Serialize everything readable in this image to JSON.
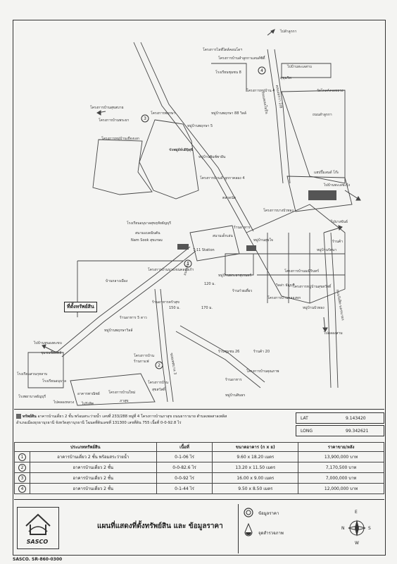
{
  "map": {
    "labels": {
      "top_right_arrow": "ไปลำลูกกา",
      "road_top_right": "ไปบ้านทะเลสาบ",
      "proj_chao_1": "โครงการไลฟ์ไตล์คอนโดฯ",
      "proj_baan_roi": "โครงการบ้านลำลูกกาแลนด์ซิตี้",
      "proj_hometown": "โครงการหมู่บ้าน 4",
      "school": "โรงเรียนชุมชน 8",
      "khlong_lamluka": "คลองหกวา 2/8",
      "wat": "วัดไกลกังวลหลวง",
      "proj_green_grove": "หมู่บ้านพฤกษา 88 วิลล์",
      "proj_pruksa": "โครงการพฤกษา",
      "proj_7": "หมู่บ้านพฤกษา 5",
      "road_phahon": "ถนนพหลโยธิน",
      "road_sai_mai": "ถนนลำลูกกา",
      "proj_ananda": "แฮปปี้แลนด์ โก๊ะ",
      "proj_thep": "โครงการบ้านสุขสบาย",
      "proj_baan_ruen": "ไปบ้านทะเลชะรุ้ง",
      "proj_muang_thong": "โครงการบางบัวทอง",
      "proj_mueang_ake": "โครงการหมู่บ้านเมืองเอก",
      "proj_sirisuk": "หมู่บ้านสิริสุข",
      "proj_pimphaphon": "หมู่บ้านพิมพ์พาฝัน",
      "proj_baan_lamluka": "โครงการบ้านลำลูกกาคลอง 4",
      "proj_ob": "ตลาดนัด",
      "label_north_west": "โครงการบ้านพระยา",
      "road_south": "ถนนเสมา",
      "proj_chaiyaphruek": "ชัยพฤกษ์ ธัญบุรี",
      "proj_market": "สนามแบดมินตัน",
      "proj_sansiri": "โครงการบ้านบางเขนคลองเก้า",
      "proj_koh": "บ้านกลางเมือง",
      "proj_nasa": "ร้านอาหารครัวสุข",
      "proj_house_q": "หมู่บ้านพฤกษาวิลล์",
      "proj_fisherman": "หมู่บ้านพระยาสุเรนทร์",
      "proj_wat_ket": "Nam Sook สุขเกษม",
      "proj_lotus": "โรงเรียนอนุบาลสุขฤทัยธัญบุรี",
      "proj_7_11": "7-11 Station",
      "proj_school2": "สนามเด็กเล่น",
      "proj_pongsak": "หมู่บ้านสุขใจ",
      "proj_clinic": "ร้านก๋วยเตี๋ยว",
      "proj_shop": "ร้านอาหาร",
      "road_e": "ถนนรังสิต-นครนายก",
      "proj_area3": "หมู่บ้านบัวทอง",
      "proj_vill_e1": "โครงการบ้านมณีรินทร์",
      "proj_vill_e2": "หมู่บ้านรัตนา",
      "road_soi": "ซอยเทศบาล 3",
      "proj_villa2": "วิลล่า ธัญบุรี",
      "proj_vill_e3": "โครงการหมู่บ้านสุขสวัสดิ์",
      "proj_south_e": "ไปบางขันธ์",
      "proj_sub": "ร้านอาหาร 5 ดาว",
      "proj_sub2": "ร้านชุมชน 26",
      "proj_sub3": "ร้านค้า 20",
      "proj_sub4": "โครงการบ้านคุณภาพ",
      "proj_sub5": "หมู่บ้านสินธร",
      "proj_sub6": "โครงการบ้าน",
      "proj_sub7": "ร้านกาแฟ",
      "proj_vill_w1": "ไปบ้านหนองตะขบ",
      "proj_vill_w2": "ชุมชนซื่อสัตย์",
      "proj_vill_w3": "โรงเรียนสวนกุหลาบ",
      "proj_vill_w4": "โรงพยาบาลธัญบุรี",
      "proj_vill_w5": "ไปรังสิต",
      "proj_vill_s1": "โรงเรียนอนุบาล",
      "proj_vill_s2": "โครงการบ้านใหม่",
      "proj_vill_s3": "ภาสุข",
      "proj_vill_s4": "โครงการบ้าน",
      "proj_vill_s5": "สุขสวัสดิ์",
      "proj_vill_s6": "ร้านอาหาร",
      "proj_vill_s7": "อาคารพาณิชย์",
      "proj_vill_s8": "ไปคลองหลวง",
      "proj_vill_s9": "ไปคลองสาม",
      "proj_vill_s10": "สุขุมวิท",
      "proj_vill_s11": "ร้านค้า",
      "proj_vill_s12": "โครงการบ้านคลองหก",
      "dist_1": "150 ม.",
      "dist_2": "170 ม.",
      "dist_3": "120 ม."
    },
    "subject_label": "ที่ตั้งทรัพย์สิน",
    "markers": [
      "1",
      "2",
      "3",
      "4"
    ]
  },
  "info": {
    "desc_bold": "ทรัพย์สิน",
    "desc_line1": "อาคารบ้านเดี่ยว 2 ชั้น พร้อมสระว่ายน้ำ เลขที่ 233/288 หมู่ที่ 4 โครงการบ้านภาสุข ถนนธารามาย ตำบลเพลสาลเพลิส",
    "desc_line2": "อำเภอเมืองธุรธานุรธานี จังหวัดสุรานุรธานี โฉนดที่ดินเลขที่ 131300 เลขที่ดิน 755 เนื้อที่ 0-0-92.8 ไร่",
    "lat_label": "LAT",
    "lat_value": "9.143420",
    "long_label": "LONG",
    "long_value": "99.342621"
  },
  "table": {
    "headers": [
      "ประเภททรัพย์สิน",
      "เนื้อที่",
      "ขนาดอาคาร (ก x ย)",
      "ราคาขาย/หลัง"
    ],
    "rows": [
      {
        "no": "1",
        "type": "อาคารบ้านเดี่ยว 2 ชั้น พร้อมสระว่ายน้ำ",
        "area": "0-1-06 ไร่",
        "size": "9.60 x 18.20 เมตร",
        "price": "13,900,000 บาท"
      },
      {
        "no": "2",
        "type": "อาคารบ้านเดี่ยว 2 ชั้น",
        "area": "0-0-82.6 ไร่",
        "size": "13.20 x 11.50 เมตร",
        "price": "7,170,500 บาท"
      },
      {
        "no": "3",
        "type": "อาคารบ้านเดี่ยว 2 ชั้น",
        "area": "0-0-92 ไร่",
        "size": "16.00 x 9.00 เมตร",
        "price": "7,000,000 บาท"
      },
      {
        "no": "4",
        "type": "อาคารบ้านเดี่ยว 2 ชั้น",
        "area": "0-1-44 ไร่",
        "size": "9.50 x 8.50 เมตร",
        "price": "12,000,000 บาท"
      }
    ]
  },
  "footer": {
    "logo_text": "SASCO",
    "title": "แผนที่แสดงที่ตั้งทรัพย์สิน และ ข้อมูลราคา",
    "legend_1": "ข้อมูลราคา",
    "legend_2": "จุดสำรวจภาพ",
    "compass": {
      "n": "E",
      "w": "N",
      "e": "S",
      "s": "W"
    },
    "code": "SASCO. SR-860-0300"
  }
}
